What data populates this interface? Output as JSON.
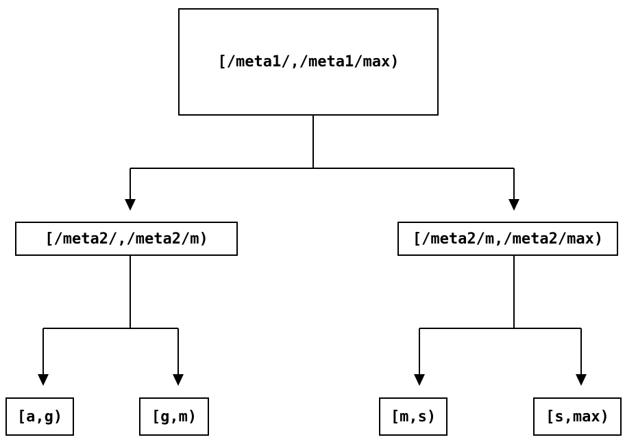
{
  "diagram": {
    "type": "binary-interval-tree",
    "background_color": "#ffffff",
    "line_color": "#000000",
    "text_color": "#000000",
    "nodes": {
      "root": {
        "label": "[/meta1/,/meta1/max)"
      },
      "left_child": {
        "label": "[/meta2/,/meta2/m)"
      },
      "right_child": {
        "label": "[/meta2/m,/meta2/max)"
      },
      "leaf_ag": {
        "label": "[a,g)"
      },
      "leaf_gm": {
        "label": "[g,m)"
      },
      "leaf_ms": {
        "label": "[m,s)"
      },
      "leaf_smax": {
        "label": "[s,max)"
      }
    },
    "edges": [
      {
        "from": "root",
        "to": "left_child"
      },
      {
        "from": "root",
        "to": "right_child"
      },
      {
        "from": "left_child",
        "to": "leaf_ag"
      },
      {
        "from": "left_child",
        "to": "leaf_gm"
      },
      {
        "from": "right_child",
        "to": "leaf_ms"
      },
      {
        "from": "right_child",
        "to": "leaf_smax"
      }
    ]
  }
}
